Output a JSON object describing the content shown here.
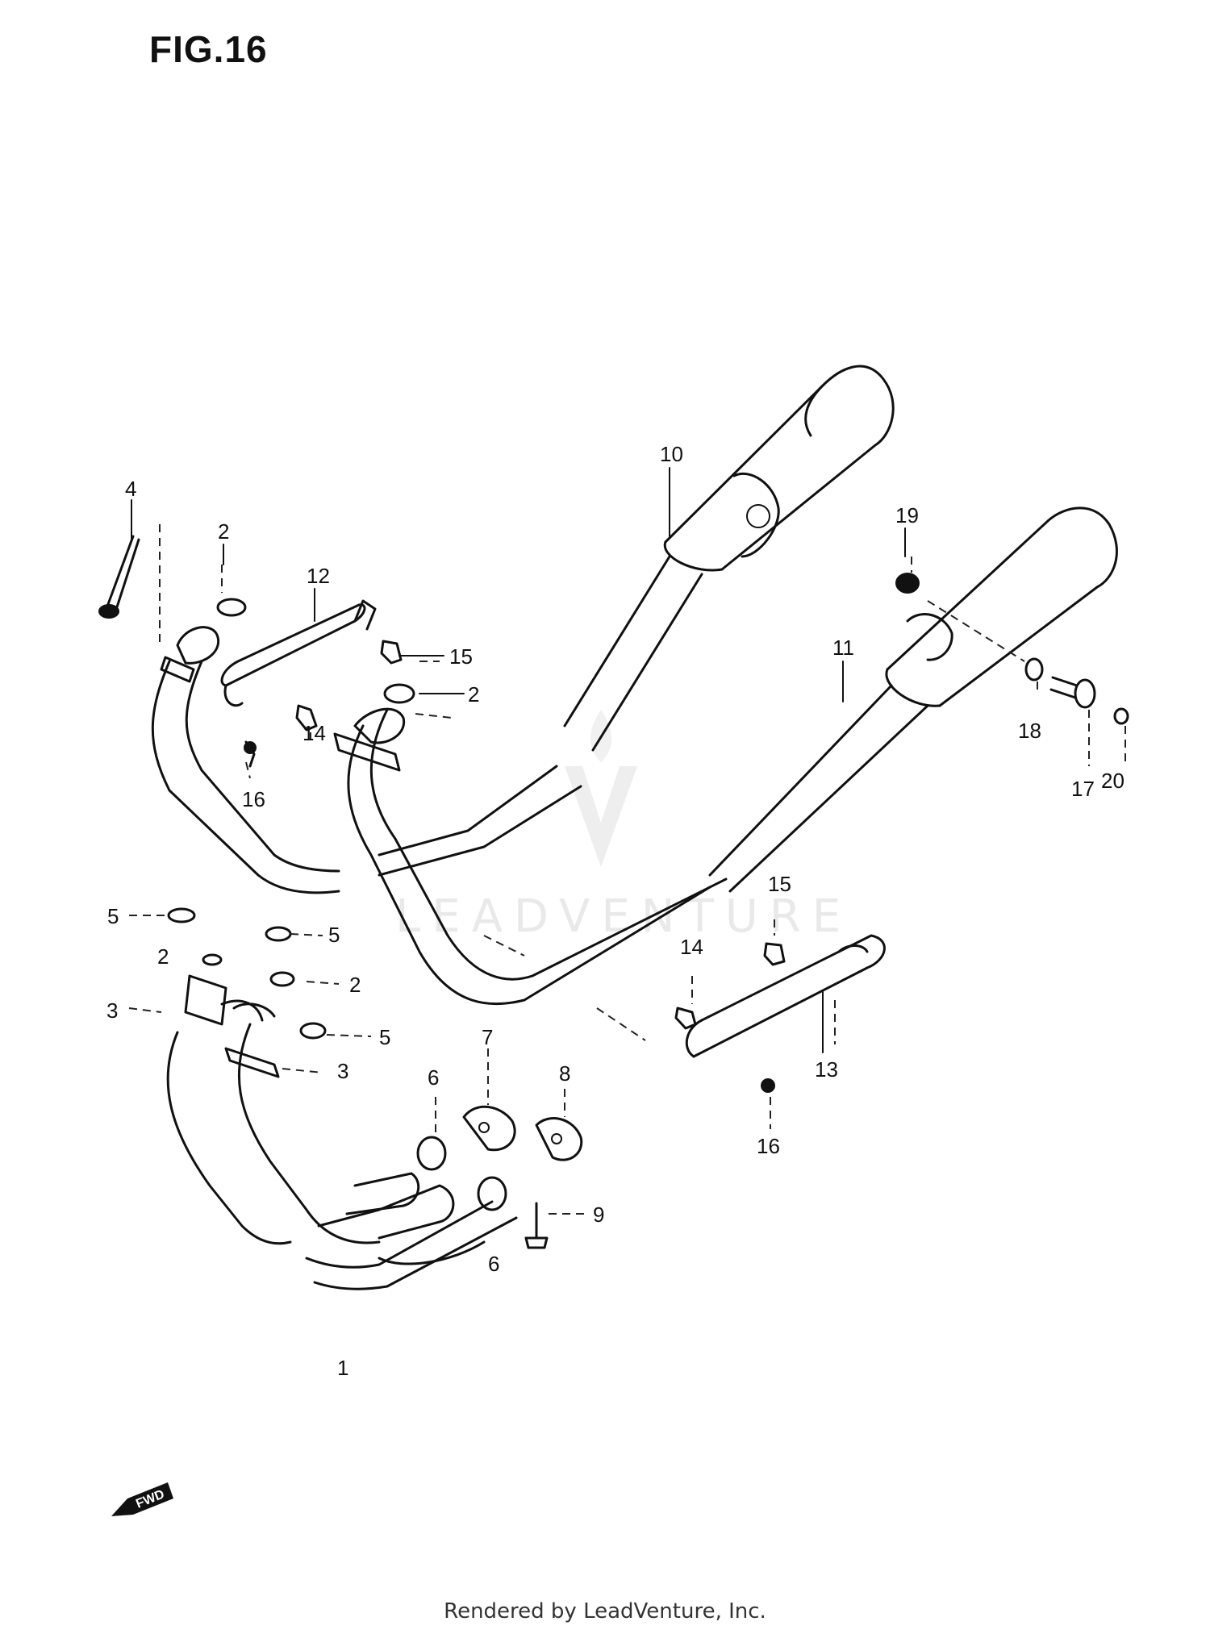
{
  "figure": {
    "title": "FIG.16",
    "direction_label": "FWD",
    "watermark": "LEADVENTURE",
    "footer": "Rendered by LeadVenture, Inc."
  },
  "callouts": {
    "c1": "1",
    "c2a": "2",
    "c2b": "2",
    "c2c": "2",
    "c2d": "2",
    "c3a": "3",
    "c3b": "3",
    "c4": "4",
    "c5a": "5",
    "c5b": "5",
    "c5c": "5",
    "c6a": "6",
    "c6b": "6",
    "c7": "7",
    "c8": "8",
    "c9": "9",
    "c10": "10",
    "c11": "11",
    "c12": "12",
    "c13": "13",
    "c14a": "14",
    "c14b": "14",
    "c15a": "15",
    "c15b": "15",
    "c16a": "16",
    "c16b": "16",
    "c17": "17",
    "c18": "18",
    "c19": "19",
    "c20": "20"
  },
  "colors": {
    "ink": "#111111",
    "watermark": "#e9e9e9"
  }
}
